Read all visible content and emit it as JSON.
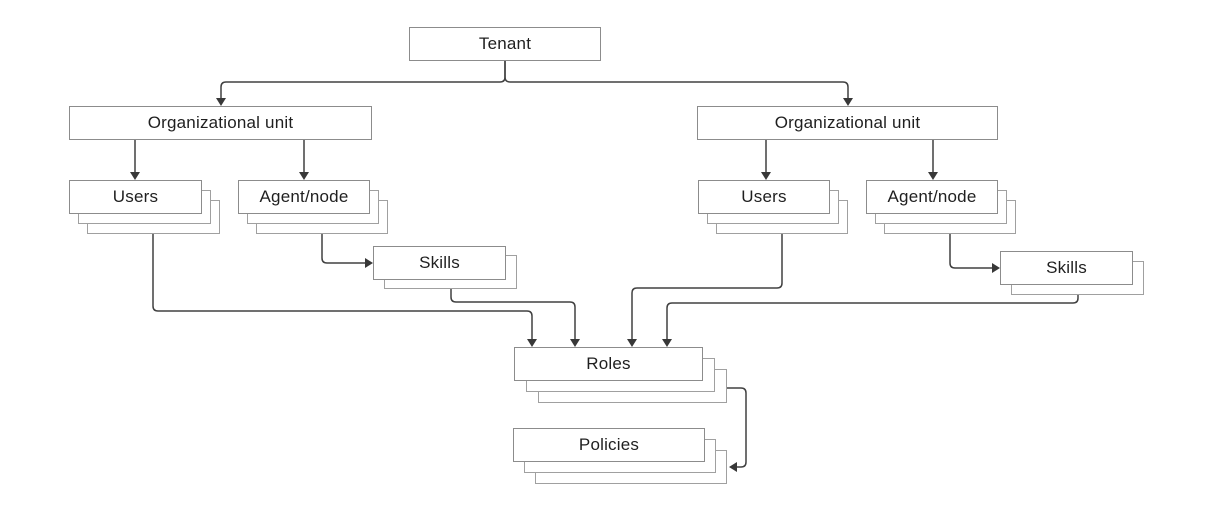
{
  "diagram": {
    "description": "Tenant hierarchy diagram",
    "nodes": {
      "tenant": {
        "label": "Tenant",
        "stacked": false
      },
      "org_unit_left": {
        "label": "Organizational unit",
        "stacked": false
      },
      "org_unit_right": {
        "label": "Organizational unit",
        "stacked": false
      },
      "users_left": {
        "label": "Users",
        "stacked": true,
        "stack_count": 3
      },
      "agent_node_left": {
        "label": "Agent/node",
        "stacked": true,
        "stack_count": 3
      },
      "skills_left": {
        "label": "Skills",
        "stacked": true,
        "stack_count": 2
      },
      "users_right": {
        "label": "Users",
        "stacked": true,
        "stack_count": 3
      },
      "agent_node_right": {
        "label": "Agent/node",
        "stacked": true,
        "stack_count": 3
      },
      "skills_right": {
        "label": "Skills",
        "stacked": true,
        "stack_count": 2
      },
      "roles": {
        "label": "Roles",
        "stacked": true,
        "stack_count": 3
      },
      "policies": {
        "label": "Policies",
        "stacked": true,
        "stack_count": 3
      }
    },
    "edges": [
      {
        "from": "tenant",
        "to": "org_unit_left"
      },
      {
        "from": "tenant",
        "to": "org_unit_right"
      },
      {
        "from": "org_unit_left",
        "to": "users_left"
      },
      {
        "from": "org_unit_left",
        "to": "agent_node_left"
      },
      {
        "from": "org_unit_right",
        "to": "users_right"
      },
      {
        "from": "org_unit_right",
        "to": "agent_node_right"
      },
      {
        "from": "agent_node_left",
        "to": "skills_left"
      },
      {
        "from": "agent_node_right",
        "to": "skills_right"
      },
      {
        "from": "users_left",
        "to": "roles"
      },
      {
        "from": "skills_left",
        "to": "roles"
      },
      {
        "from": "users_right",
        "to": "roles"
      },
      {
        "from": "skills_right",
        "to": "roles"
      },
      {
        "from": "roles",
        "to": "policies"
      }
    ],
    "colors": {
      "background": "#ffffff",
      "box_fill": "#ffffff",
      "box_border": "#8c8c8c",
      "stack_layer_border": "#a0a0a0",
      "connector_line": "#404040",
      "text": "#1f1f1f"
    }
  }
}
